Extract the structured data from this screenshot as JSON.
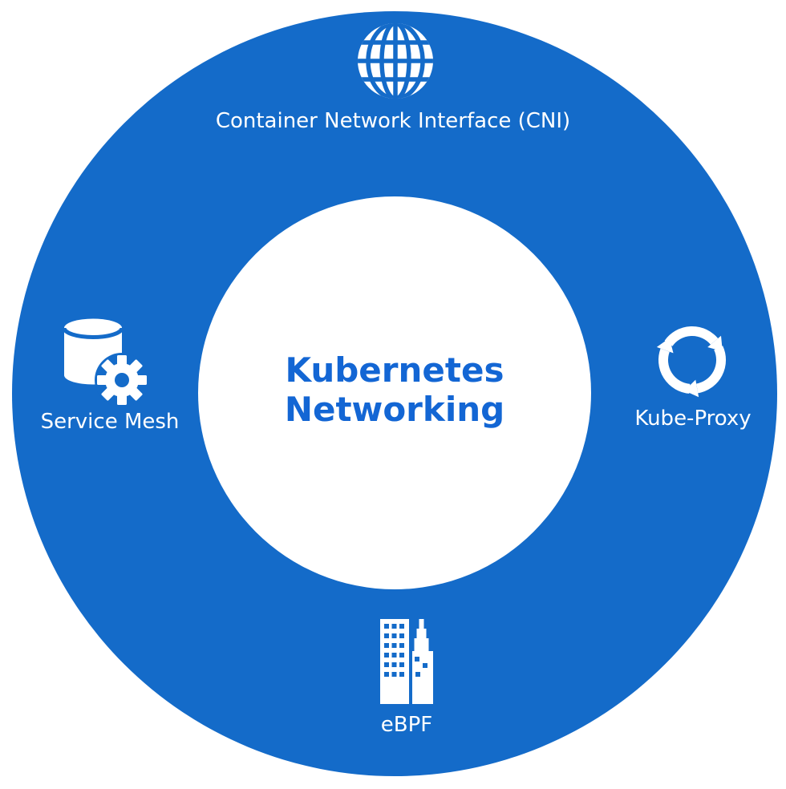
{
  "diagram": {
    "type": "donut-infographic",
    "center": {
      "title_line1": "Kubernetes",
      "title_line2": "Networking"
    },
    "segments": [
      {
        "label": "Container Network Interface (CNI)",
        "icon": "globe-icon",
        "position": "top"
      },
      {
        "label": "Kube-Proxy",
        "icon": "sync-arrows-icon",
        "position": "right"
      },
      {
        "label": "eBPF",
        "icon": "city-buildings-icon",
        "position": "bottom"
      },
      {
        "label": "Service Mesh",
        "icon": "database-gear-icon",
        "position": "left"
      }
    ],
    "colors": {
      "ring_blue": "#146BC9",
      "title_blue": "#1366D4",
      "label_white": "#FFFFFF",
      "background": "#FFFFFF"
    }
  }
}
